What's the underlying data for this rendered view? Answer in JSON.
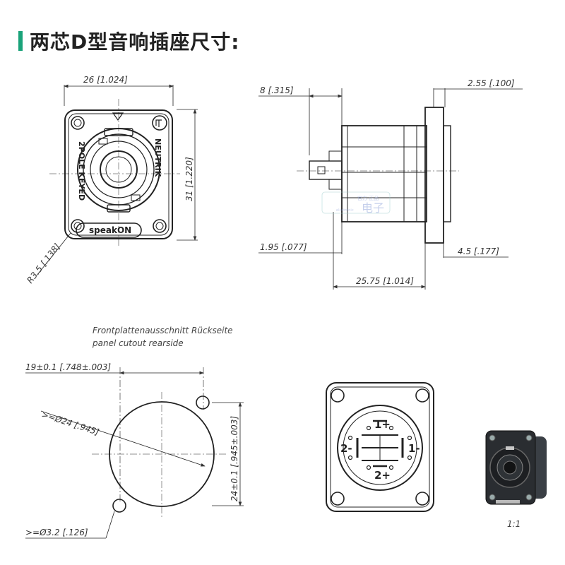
{
  "title": "两芯D型音响插座尺寸:",
  "front_view": {
    "width_dim": "26 [1.024]",
    "height_dim": "31 [1.220]",
    "radius_dim": "R3.5 [.138]",
    "side_text": "2POLE KEYED",
    "brand_right": "NEUTRIK",
    "badge": "speakON"
  },
  "side_view": {
    "dim_top_left": "8 [.315]",
    "dim_top_right": "2.55 [.100]",
    "dim_bottom_left": "1.95 [.077]",
    "dim_bottom_right": "4.5 [.177]",
    "dim_total": "25.75 [1.014]"
  },
  "cutout": {
    "note_de": "Frontplattenausschnitt Rückseite",
    "note_en": "panel cutout rearside",
    "dim_hole_spacing": "19±0.1 [.748±.003]",
    "dim_diameter": ">=Ø24 [.945]",
    "dim_vertical": "24±0.1 [.945±.003]",
    "dim_small_hole": ">=Ø3.2 [.126]"
  },
  "rear_view": {
    "pin_1plus": "1+",
    "pin_1minus": "1-",
    "pin_2minus": "2-",
    "pin_2plus": "2+"
  },
  "photo": {
    "scale": "1:1"
  },
  "watermark": {
    "top": "官方 正品",
    "middle": "电子",
    "small": "electronic"
  }
}
